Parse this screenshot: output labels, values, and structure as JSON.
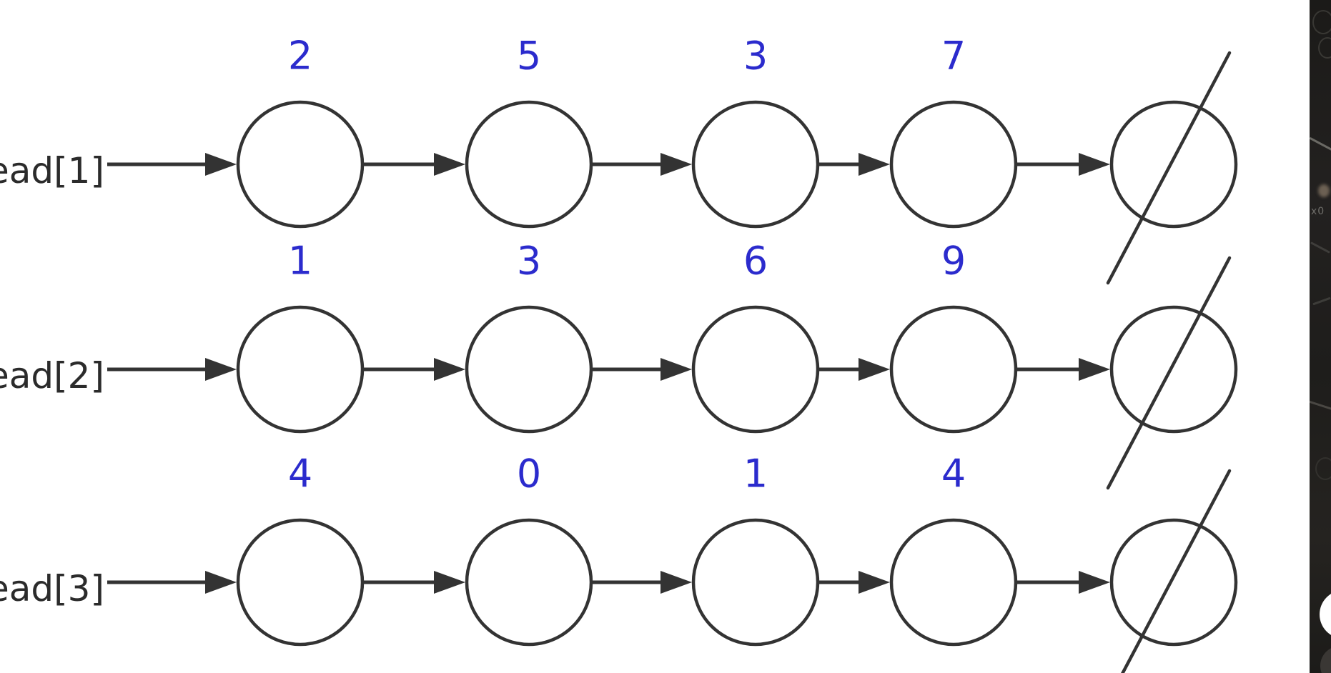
{
  "colors": {
    "background": "#ffffff",
    "node_stroke": "#333333",
    "value_blue": "#2b2bcd",
    "label_dark": "#2b2b2b",
    "strip_background": "#211f1d"
  },
  "diagram": {
    "type": "linked-lists",
    "description": "Three singly linked lists, four empty nodes each, ending in a slashed null terminator circle",
    "rows": [
      {
        "label": "ead[1]",
        "values": [
          2,
          5,
          3,
          7
        ],
        "terminator": "null"
      },
      {
        "label": "ead[2]",
        "values": [
          1,
          3,
          6,
          9
        ],
        "terminator": "null"
      },
      {
        "label": "ead[3]",
        "values": [
          4,
          0,
          1,
          4
        ],
        "terminator": "null"
      }
    ]
  },
  "side_strip": {
    "faint_text": "x0"
  }
}
